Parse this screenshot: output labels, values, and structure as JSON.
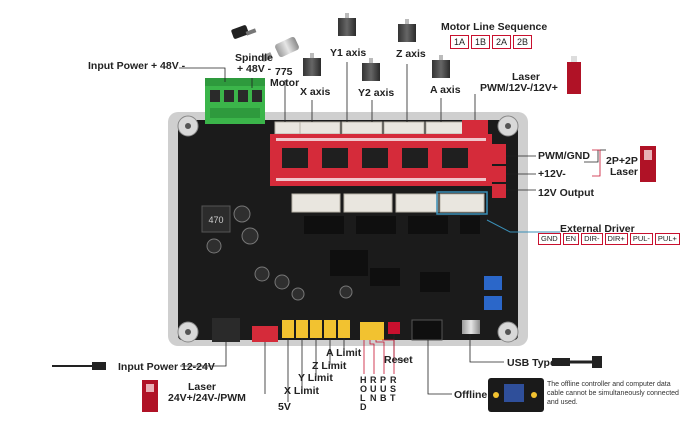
{
  "labels": {
    "input_power_48v": "Input Power + 48V -",
    "spindle": "Spindle",
    "spindle_voltage": "+ 48V -",
    "motor_775": "775",
    "motor_775_sub": "Motor",
    "x_axis": "X axis",
    "y1_axis": "Y1 axis",
    "y2_axis": "Y2 axis",
    "z_axis": "Z axis",
    "a_axis": "A axis",
    "motor_line_sequence": "Motor Line Sequence",
    "motor_line_codes": [
      "1A",
      "1B",
      "2A",
      "2B"
    ],
    "laser_top": "Laser",
    "laser_top_sub": "PWM/12V-/12V+",
    "pwm_gnd": "PWM/GND",
    "plus_12v": "+12V-",
    "laser_2p2p": "2P+2P",
    "laser_2p2p_sub": "Laser",
    "output_12v": "12V Output",
    "external_driver": "External Driver",
    "external_driver_pins": [
      "GND",
      "EN",
      "DIR-",
      "DIR+",
      "PUL-",
      "PUL+"
    ],
    "chip_label": "470",
    "input_power_12_24v": "Input Power 12-24V",
    "laser_bottom": "Laser",
    "laser_bottom_sub": "24V+/24V-/PWM",
    "five_v": "5V",
    "x_limit": "X Limit",
    "y_limit": "Y Limit",
    "z_limit": "Z Limit",
    "a_limit": "A Limit",
    "hold_pins": [
      "H",
      "O",
      "L",
      "D"
    ],
    "run_pins": [
      "R",
      "U",
      "N"
    ],
    "pause_pins": [
      "P",
      "U",
      "B"
    ],
    "reset_pins": [
      "R",
      "S",
      "T"
    ],
    "reset": "Reset",
    "offline": "Offline",
    "usb_typec": "USB Type-C",
    "offline_note": "The offline controller and computer data cable cannot be simultaneously connected and used."
  },
  "colors": {
    "accent_red": "#c8102e",
    "board": "#1b1b1b",
    "driver_red": "#d52b3a",
    "terminal_green": "#3bb54a",
    "header_yellow": "#f2c230",
    "connector_white": "#e9e6df",
    "external_driver_line": "#3a8fb7",
    "dark_line": "#222222"
  },
  "icons": [
    "stepper-motor-icon",
    "dc-motor-icon",
    "laser-module-icon",
    "usb-cable-icon",
    "power-plug-icon",
    "offline-controller-icon"
  ]
}
